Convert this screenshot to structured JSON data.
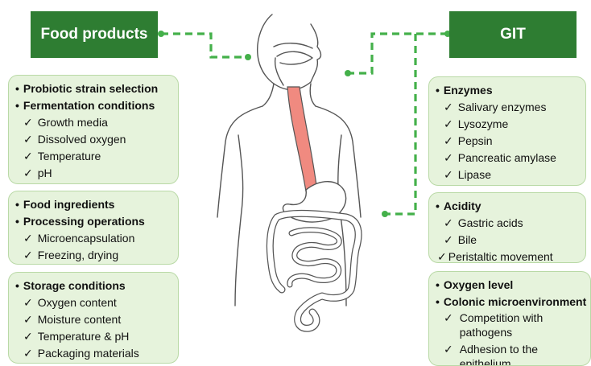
{
  "header_left": "Food products",
  "header_right": "GIT",
  "left_panels": [
    {
      "bullets": [
        "Probiotic strain selection",
        "Fermentation conditions"
      ],
      "checks": [
        "Growth media",
        "Dissolved oxygen",
        "Temperature",
        "pH"
      ]
    },
    {
      "bullets": [
        "Food ingredients",
        "Processing operations"
      ],
      "checks": [
        "Microencapsulation",
        "Freezing, drying"
      ]
    },
    {
      "bullets": [
        "Storage conditions"
      ],
      "checks": [
        "Oxygen content",
        "Moisture content",
        "Temperature & pH",
        "Packaging materials"
      ]
    }
  ],
  "right_panels": [
    {
      "bullets": [
        "Enzymes"
      ],
      "checks": [
        "Salivary enzymes",
        "Lysozyme",
        "Pepsin",
        "Pancreatic amylase",
        "Lipase"
      ]
    },
    {
      "bullets": [
        "Acidity"
      ],
      "checks": [
        "Gastric acids",
        "Bile",
        "Peristaltic movement"
      ]
    },
    {
      "bullets": [
        "Oxygen level",
        "Colonic microenvironment"
      ],
      "checks": [
        "Competition with pathogens",
        "Adhesion to the epithelium"
      ]
    }
  ],
  "colors": {
    "header_green": "#2e7d32",
    "panel_fill": "#e6f3dc",
    "connector_green": "#44b04a",
    "esophagus": "#f08a80"
  }
}
